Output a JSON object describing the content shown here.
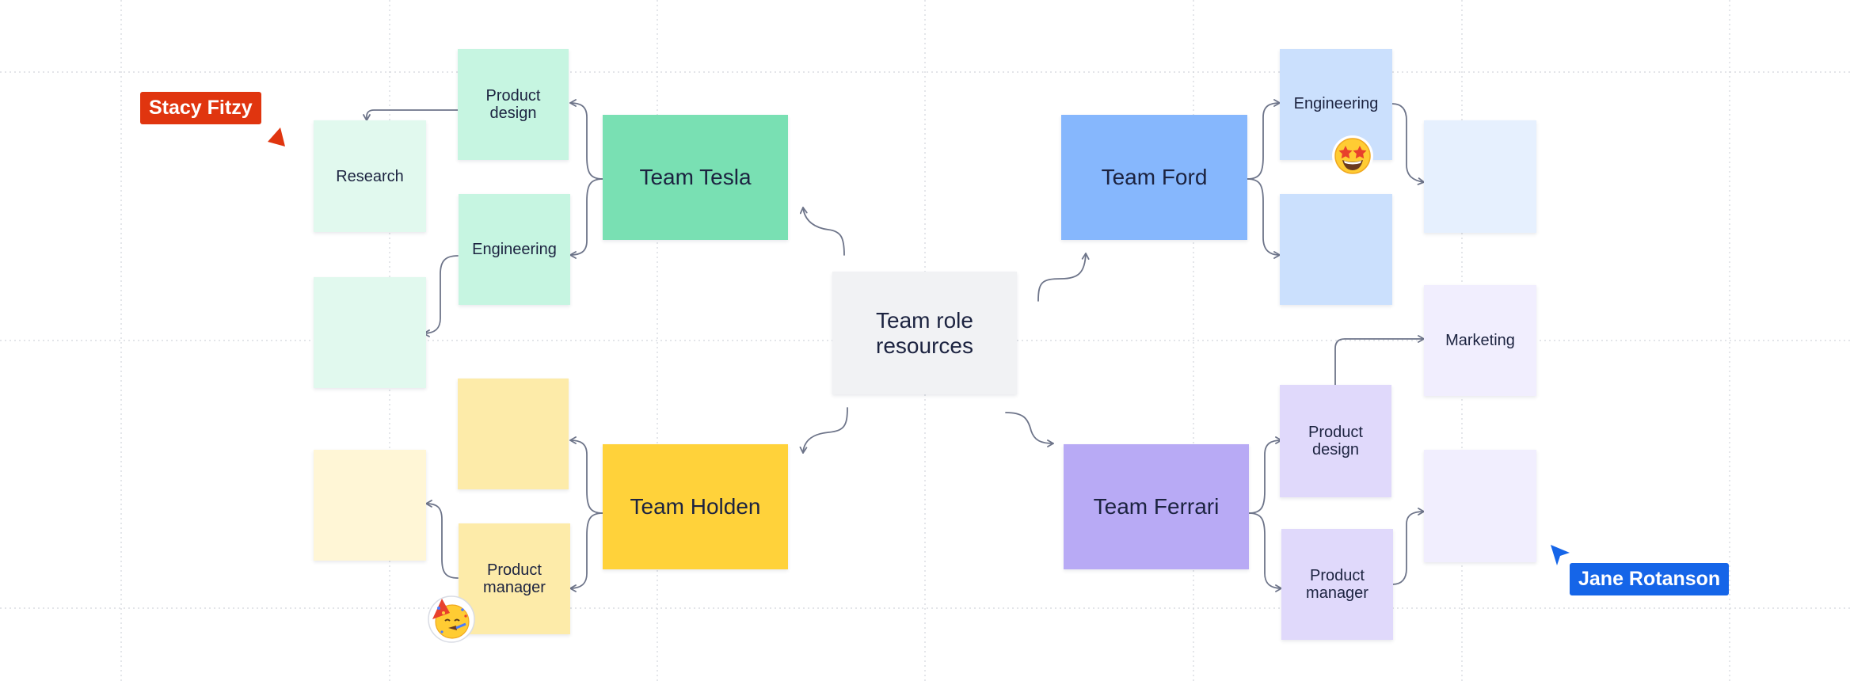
{
  "center": {
    "label": "Team role resources"
  },
  "teams": {
    "tesla": {
      "label": "Team Tesla",
      "product_design": "Product design",
      "research": "Research",
      "engineering": "Engineering",
      "engineering_child": ""
    },
    "holden": {
      "label": "Team Holden",
      "product_design": "",
      "product_manager": "Product manager",
      "product_manager_child": ""
    },
    "ford": {
      "label": "Team Ford",
      "engineering": "Engineering",
      "engineering_child": "",
      "second": ""
    },
    "ferrari": {
      "label": "Team Ferrari",
      "product_design": "Product design",
      "marketing": "Marketing",
      "product_manager": "Product manager",
      "product_manager_child": ""
    }
  },
  "collaborators": [
    {
      "name": "Stacy Fitzy",
      "color": "#e0350f"
    },
    {
      "name": "Jane Rotanson",
      "color": "#1565e8"
    }
  ],
  "reactions": [
    {
      "icon": "star-struck-face-icon"
    },
    {
      "icon": "party-face-icon"
    }
  ],
  "colors": {
    "tesla": "#79e0b3",
    "tesla_light": "#c6f5e1",
    "tesla_lighter": "#e1f9ee",
    "holden": "#ffd23a",
    "holden_light": "#fdeba9",
    "holden_lighter": "#fff6d6",
    "ford": "#86b7fd",
    "ford_light": "#cbe0fd",
    "ford_lighter": "#e6f0fe",
    "ferrari": "#b8aaf5",
    "ferrari_light": "#e0d9fb",
    "ferrari_lighter": "#f1eefe",
    "center": "#f1f2f4",
    "connector": "#6d7489"
  }
}
